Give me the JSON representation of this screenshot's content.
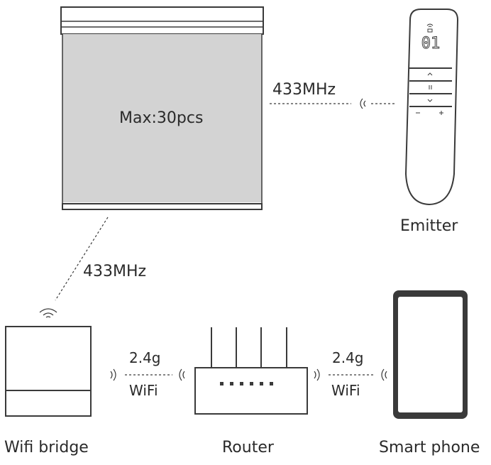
{
  "blind": {
    "capacity_label": "Max:30pcs"
  },
  "links": {
    "blind_to_emitter": "433MHz",
    "blind_to_bridge": "433MHz",
    "bridge_to_router": {
      "band": "2.4g",
      "type": "WiFi"
    },
    "router_to_phone": {
      "band": "2.4g",
      "type": "WiFi"
    }
  },
  "emitter": {
    "label": "Emitter",
    "display_value": "01"
  },
  "devices": {
    "bridge_label": "Wifi bridge",
    "router_label": "Router",
    "phone_label": "Smart phone"
  },
  "icons": [
    "blind-icon",
    "remote-emitter-icon",
    "wifi-bridge-icon",
    "router-icon",
    "smartphone-icon",
    "wireless-signal-icon"
  ],
  "colors": {
    "stroke": "#3a3a3a",
    "blind_fabric": "#d3d3d3",
    "text": "#2a2a2a"
  }
}
